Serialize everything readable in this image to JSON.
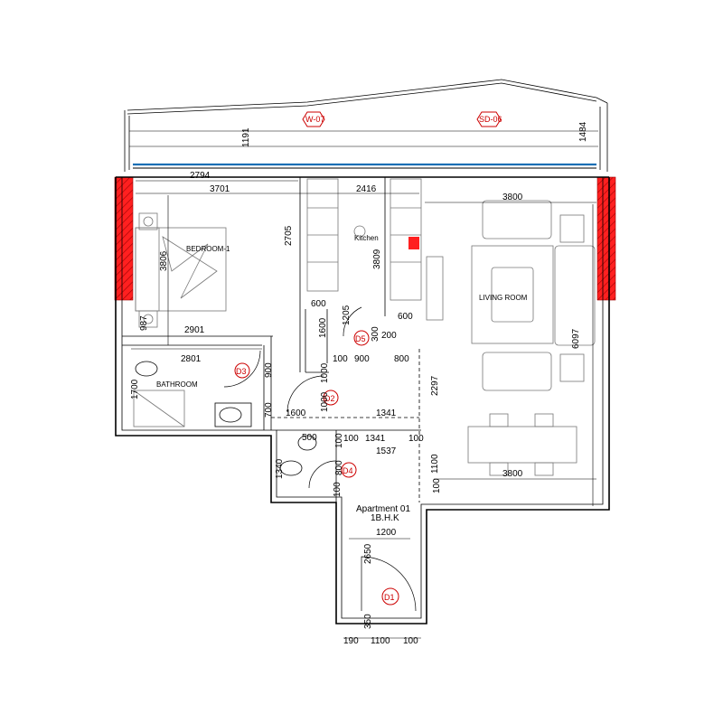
{
  "apartment": {
    "name": "Apartment 01",
    "type": "1B.H.K"
  },
  "rooms": {
    "bedroom": "BEDROOM-1",
    "kitchen": "Kitchen",
    "living": "LIVING ROOM",
    "bathroom": "BATHROOM"
  },
  "tags": {
    "window": "W-07",
    "sliding_door": "SD-06"
  },
  "doors": [
    "D1",
    "D2",
    "D3",
    "D4",
    "D5"
  ],
  "dimensions": {
    "balcony_left": "1191",
    "balcony_right": "1484",
    "bed_top": "2794",
    "bed_width": "3701",
    "kitchen_top": "2416",
    "living_width_top": "3800",
    "bed_height": "3806",
    "bed_small": "987",
    "kitchen_height": "2705",
    "kitchen_depth": "3809",
    "living_height": "6097",
    "bed_bottom": "2901",
    "bath_top": "2801",
    "bath_height": "1700",
    "k600a": "600",
    "k1205": "1205",
    "k1600": "1600",
    "k600b": "600",
    "k300": "300",
    "k200": "200",
    "k100a": "100",
    "k900a": "900",
    "k800a": "800",
    "bath_900": "900",
    "bath_700": "700",
    "d1000a": "1000",
    "d1000b": "1000",
    "d1600": "1600",
    "d1341a": "1341",
    "d2297": "2297",
    "d1100a": "1100",
    "d100b": "100",
    "d1341b": "1341",
    "d100c": "100",
    "d1537": "1537",
    "d500": "500",
    "d1340": "1340",
    "d800b": "800",
    "d100d": "100",
    "d100e": "100",
    "d100f": "100",
    "living_bottom": "3800",
    "d1200": "1200",
    "d2650": "2650",
    "d350": "350",
    "d190": "190",
    "d1100b": "1100",
    "d100g": "100"
  },
  "colors": {
    "glazing": "#1a6fb5",
    "cladding": "#ff0000",
    "tags": "#cc0000"
  }
}
